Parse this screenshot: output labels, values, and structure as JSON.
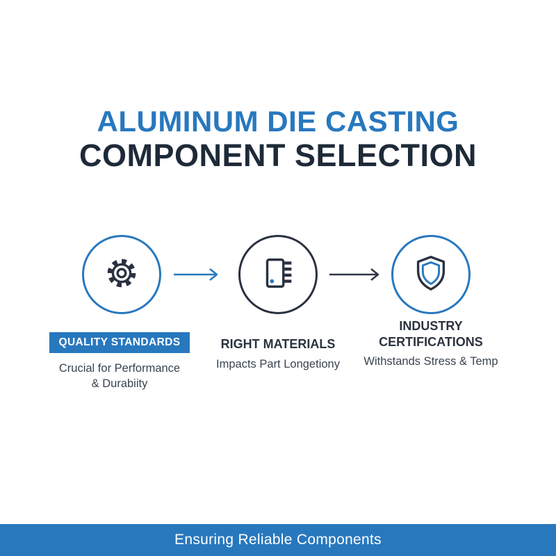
{
  "colors": {
    "accent_blue": "#2878be",
    "dark_navy": "#1e2a38",
    "icon_dark": "#2a3140"
  },
  "header": {
    "title_line1": "ALUMINUM DIE CASTING",
    "title_line2": "COMPONENT SELECTION"
  },
  "steps": [
    {
      "icon": "gear-icon",
      "label": "QUALITY STANDARDS",
      "desc_line1": "Crucial for Performance",
      "desc_line2": "& Durabiity"
    },
    {
      "icon": "materials-icon",
      "label": "RIGHT MATERIALS",
      "desc_line1": "Impacts Part Longetiony"
    },
    {
      "icon": "shield-icon",
      "label_line1": "INDUSTRY",
      "label_line2": "CERTIFICATIONS",
      "desc_line1": "Withstands Stress & Temp"
    }
  ],
  "footer": {
    "text": "Ensuring Reliable Components"
  }
}
